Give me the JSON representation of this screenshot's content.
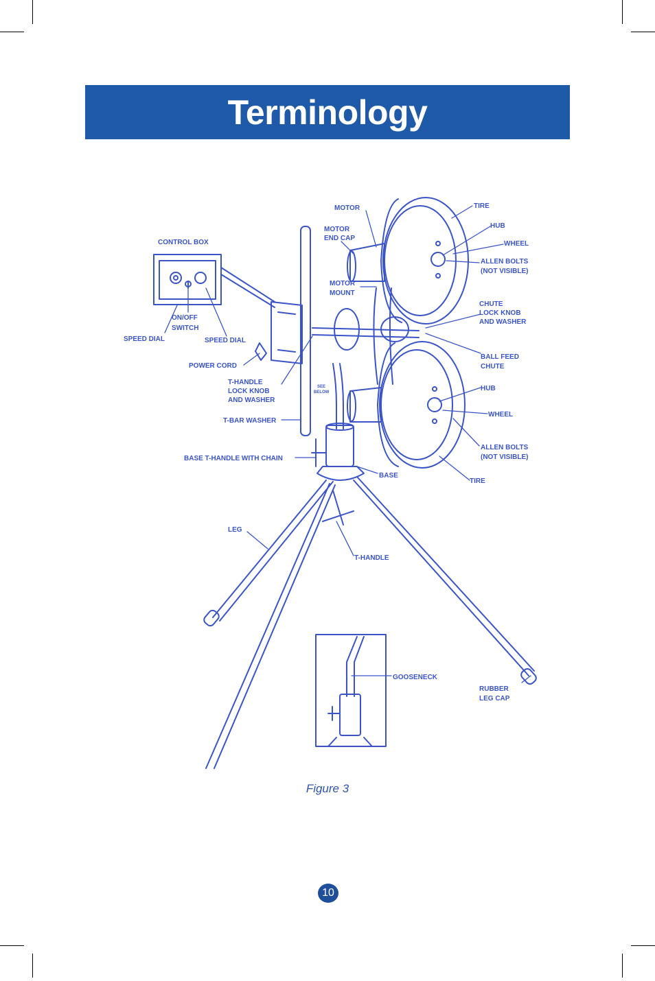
{
  "page": {
    "title": "Terminology",
    "caption": "Figure 3",
    "page_number": "10"
  },
  "colors": {
    "title_bar": "#1f5aa8",
    "diagram_ink": "#3a54c8",
    "caption": "#2f52b0",
    "page_badge": "#1f4e9a"
  },
  "labels": {
    "motor": "MOTOR",
    "tire_top": "TIRE",
    "motor_end_cap_1": "MOTOR",
    "motor_end_cap_2": "END CAP",
    "hub_top": "HUB",
    "control_box": "CONTROL BOX",
    "wheel_top": "WHEEL",
    "allen_bolts_top_1": "ALLEN BOLTS",
    "allen_bolts_top_2": "(NOT VISIBLE)",
    "motor_mount_1": "MOTOR",
    "motor_mount_2": "MOUNT",
    "chute_knob_1": "CHUTE",
    "chute_knob_2": "LOCK KNOB",
    "chute_knob_3": "AND WASHER",
    "on_off_1": "ON/OFF",
    "on_off_2": "SWITCH",
    "speed_dial_left": "SPEED DIAL",
    "speed_dial_right": "SPEED DIAL",
    "ball_feed_1": "BALL FEED",
    "ball_feed_2": "CHUTE",
    "power_cord": "POWER CORD",
    "t_handle_knob_1": "T-HANDLE",
    "t_handle_knob_2": "LOCK KNOB",
    "t_handle_knob_3": "AND WASHER",
    "see_below_1": "SEE",
    "see_below_2": "BELOW",
    "hub_bottom": "HUB",
    "wheel_bottom": "WHEEL",
    "t_bar_washer": "T-BAR WASHER",
    "allen_bolts_bottom_1": "ALLEN BOLTS",
    "allen_bolts_bottom_2": "(NOT VISIBLE)",
    "base_t_handle": "BASE T-HANDLE WITH CHAIN",
    "base": "BASE",
    "tire_bottom": "TIRE",
    "leg": "LEG",
    "t_handle": "T-HANDLE",
    "gooseneck": "GOOSENECK",
    "rubber_cap_1": "RUBBER",
    "rubber_cap_2": "LEG CAP"
  }
}
